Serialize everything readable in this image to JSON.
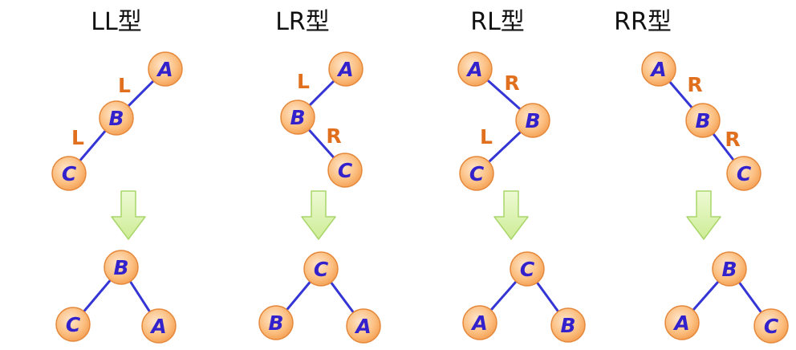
{
  "colors": {
    "background": "#ffffff",
    "edge": "#3535d6",
    "node_fill_center": "#ffe2c4",
    "node_fill_edge": "#f5a45a",
    "node_stroke": "#e5883b",
    "node_text": "#3322cc",
    "edge_label": "#e0701e",
    "arrow_fill": "#d8f2a8",
    "arrow_stroke": "#a8d66a"
  },
  "panels": [
    {
      "title": "LL型",
      "before": {
        "nodes": [
          {
            "id": "A",
            "label": "A"
          },
          {
            "id": "B",
            "label": "B"
          },
          {
            "id": "C",
            "label": "C"
          }
        ],
        "edges": [
          {
            "from": "A",
            "to": "B",
            "label": "L"
          },
          {
            "from": "B",
            "to": "C",
            "label": "L"
          }
        ]
      },
      "after": {
        "nodes": [
          {
            "id": "B",
            "label": "B"
          },
          {
            "id": "C",
            "label": "C"
          },
          {
            "id": "A",
            "label": "A"
          }
        ],
        "edges": [
          {
            "from": "B",
            "to": "C"
          },
          {
            "from": "B",
            "to": "A"
          }
        ]
      }
    },
    {
      "title": "LR型",
      "before": {
        "nodes": [
          {
            "id": "A",
            "label": "A"
          },
          {
            "id": "B",
            "label": "B"
          },
          {
            "id": "C",
            "label": "C"
          }
        ],
        "edges": [
          {
            "from": "A",
            "to": "B",
            "label": "L"
          },
          {
            "from": "B",
            "to": "C",
            "label": "R"
          }
        ]
      },
      "after": {
        "nodes": [
          {
            "id": "C",
            "label": "C"
          },
          {
            "id": "B",
            "label": "B"
          },
          {
            "id": "A",
            "label": "A"
          }
        ],
        "edges": [
          {
            "from": "C",
            "to": "B"
          },
          {
            "from": "C",
            "to": "A"
          }
        ]
      }
    },
    {
      "title": "RL型",
      "before": {
        "nodes": [
          {
            "id": "A",
            "label": "A"
          },
          {
            "id": "B",
            "label": "B"
          },
          {
            "id": "C",
            "label": "C"
          }
        ],
        "edges": [
          {
            "from": "A",
            "to": "B",
            "label": "R"
          },
          {
            "from": "B",
            "to": "C",
            "label": "L"
          }
        ]
      },
      "after": {
        "nodes": [
          {
            "id": "C",
            "label": "C"
          },
          {
            "id": "A",
            "label": "A"
          },
          {
            "id": "B",
            "label": "B"
          }
        ],
        "edges": [
          {
            "from": "C",
            "to": "A"
          },
          {
            "from": "C",
            "to": "B"
          }
        ]
      }
    },
    {
      "title": "RR型",
      "before": {
        "nodes": [
          {
            "id": "A",
            "label": "A"
          },
          {
            "id": "B",
            "label": "B"
          },
          {
            "id": "C",
            "label": "C"
          }
        ],
        "edges": [
          {
            "from": "A",
            "to": "B",
            "label": "R"
          },
          {
            "from": "B",
            "to": "C",
            "label": "R"
          }
        ]
      },
      "after": {
        "nodes": [
          {
            "id": "B",
            "label": "B"
          },
          {
            "id": "A",
            "label": "A"
          },
          {
            "id": "C",
            "label": "C"
          }
        ],
        "edges": [
          {
            "from": "B",
            "to": "A"
          },
          {
            "from": "B",
            "to": "C"
          }
        ]
      }
    }
  ]
}
